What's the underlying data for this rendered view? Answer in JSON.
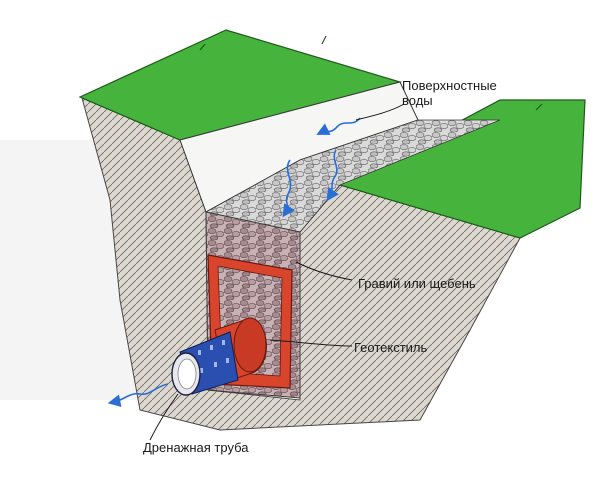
{
  "labels": {
    "surface_water": "Поверхностные воды",
    "gravel": "Гравий или щебень",
    "geotextile": "Геотекстиль",
    "drain_pipe": "Дренажная труба"
  },
  "colors": {
    "grass": "#46b43c",
    "soil": "#d8d4cc",
    "geotextile": "#d8442c",
    "gravel": "#b89aa0",
    "pipe_blue": "#2a4fb0",
    "water_arrow": "#2a6fd6"
  }
}
